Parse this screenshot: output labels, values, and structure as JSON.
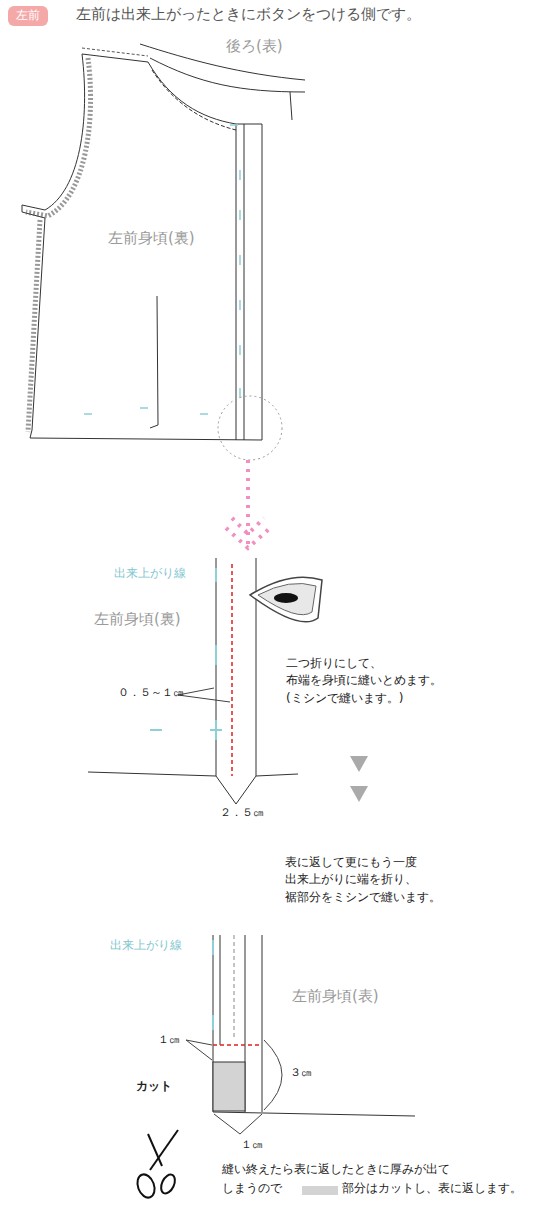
{
  "diagram": {
    "title": "左前は出来上がったときにボタンをつける側です。",
    "nodes": [
      {
        "text": [
          "左前"
        ]
      }
    ],
    "labels": [
      "後ろ(表)",
      "左前身頃(裏)",
      "出来上がり線",
      "左前身頃(裏)",
      "二つ折りにして、 布端を身頃に縫いとめます。 (ミシンで縫います。)",
      "０．５～１㎝",
      "２．５㎝",
      "表に返して更にもう一度 出来上がりに端を折り、 裾部分をミシンで縫います。",
      "出来上がり線",
      "左前身頃(表)",
      "１㎝",
      "３㎝",
      "カット",
      "１㎝",
      "縫い終えたら表に返したときに厚みが出て",
      "しまうので",
      "部分はカットし、表に返します。"
    ]
  }
}
